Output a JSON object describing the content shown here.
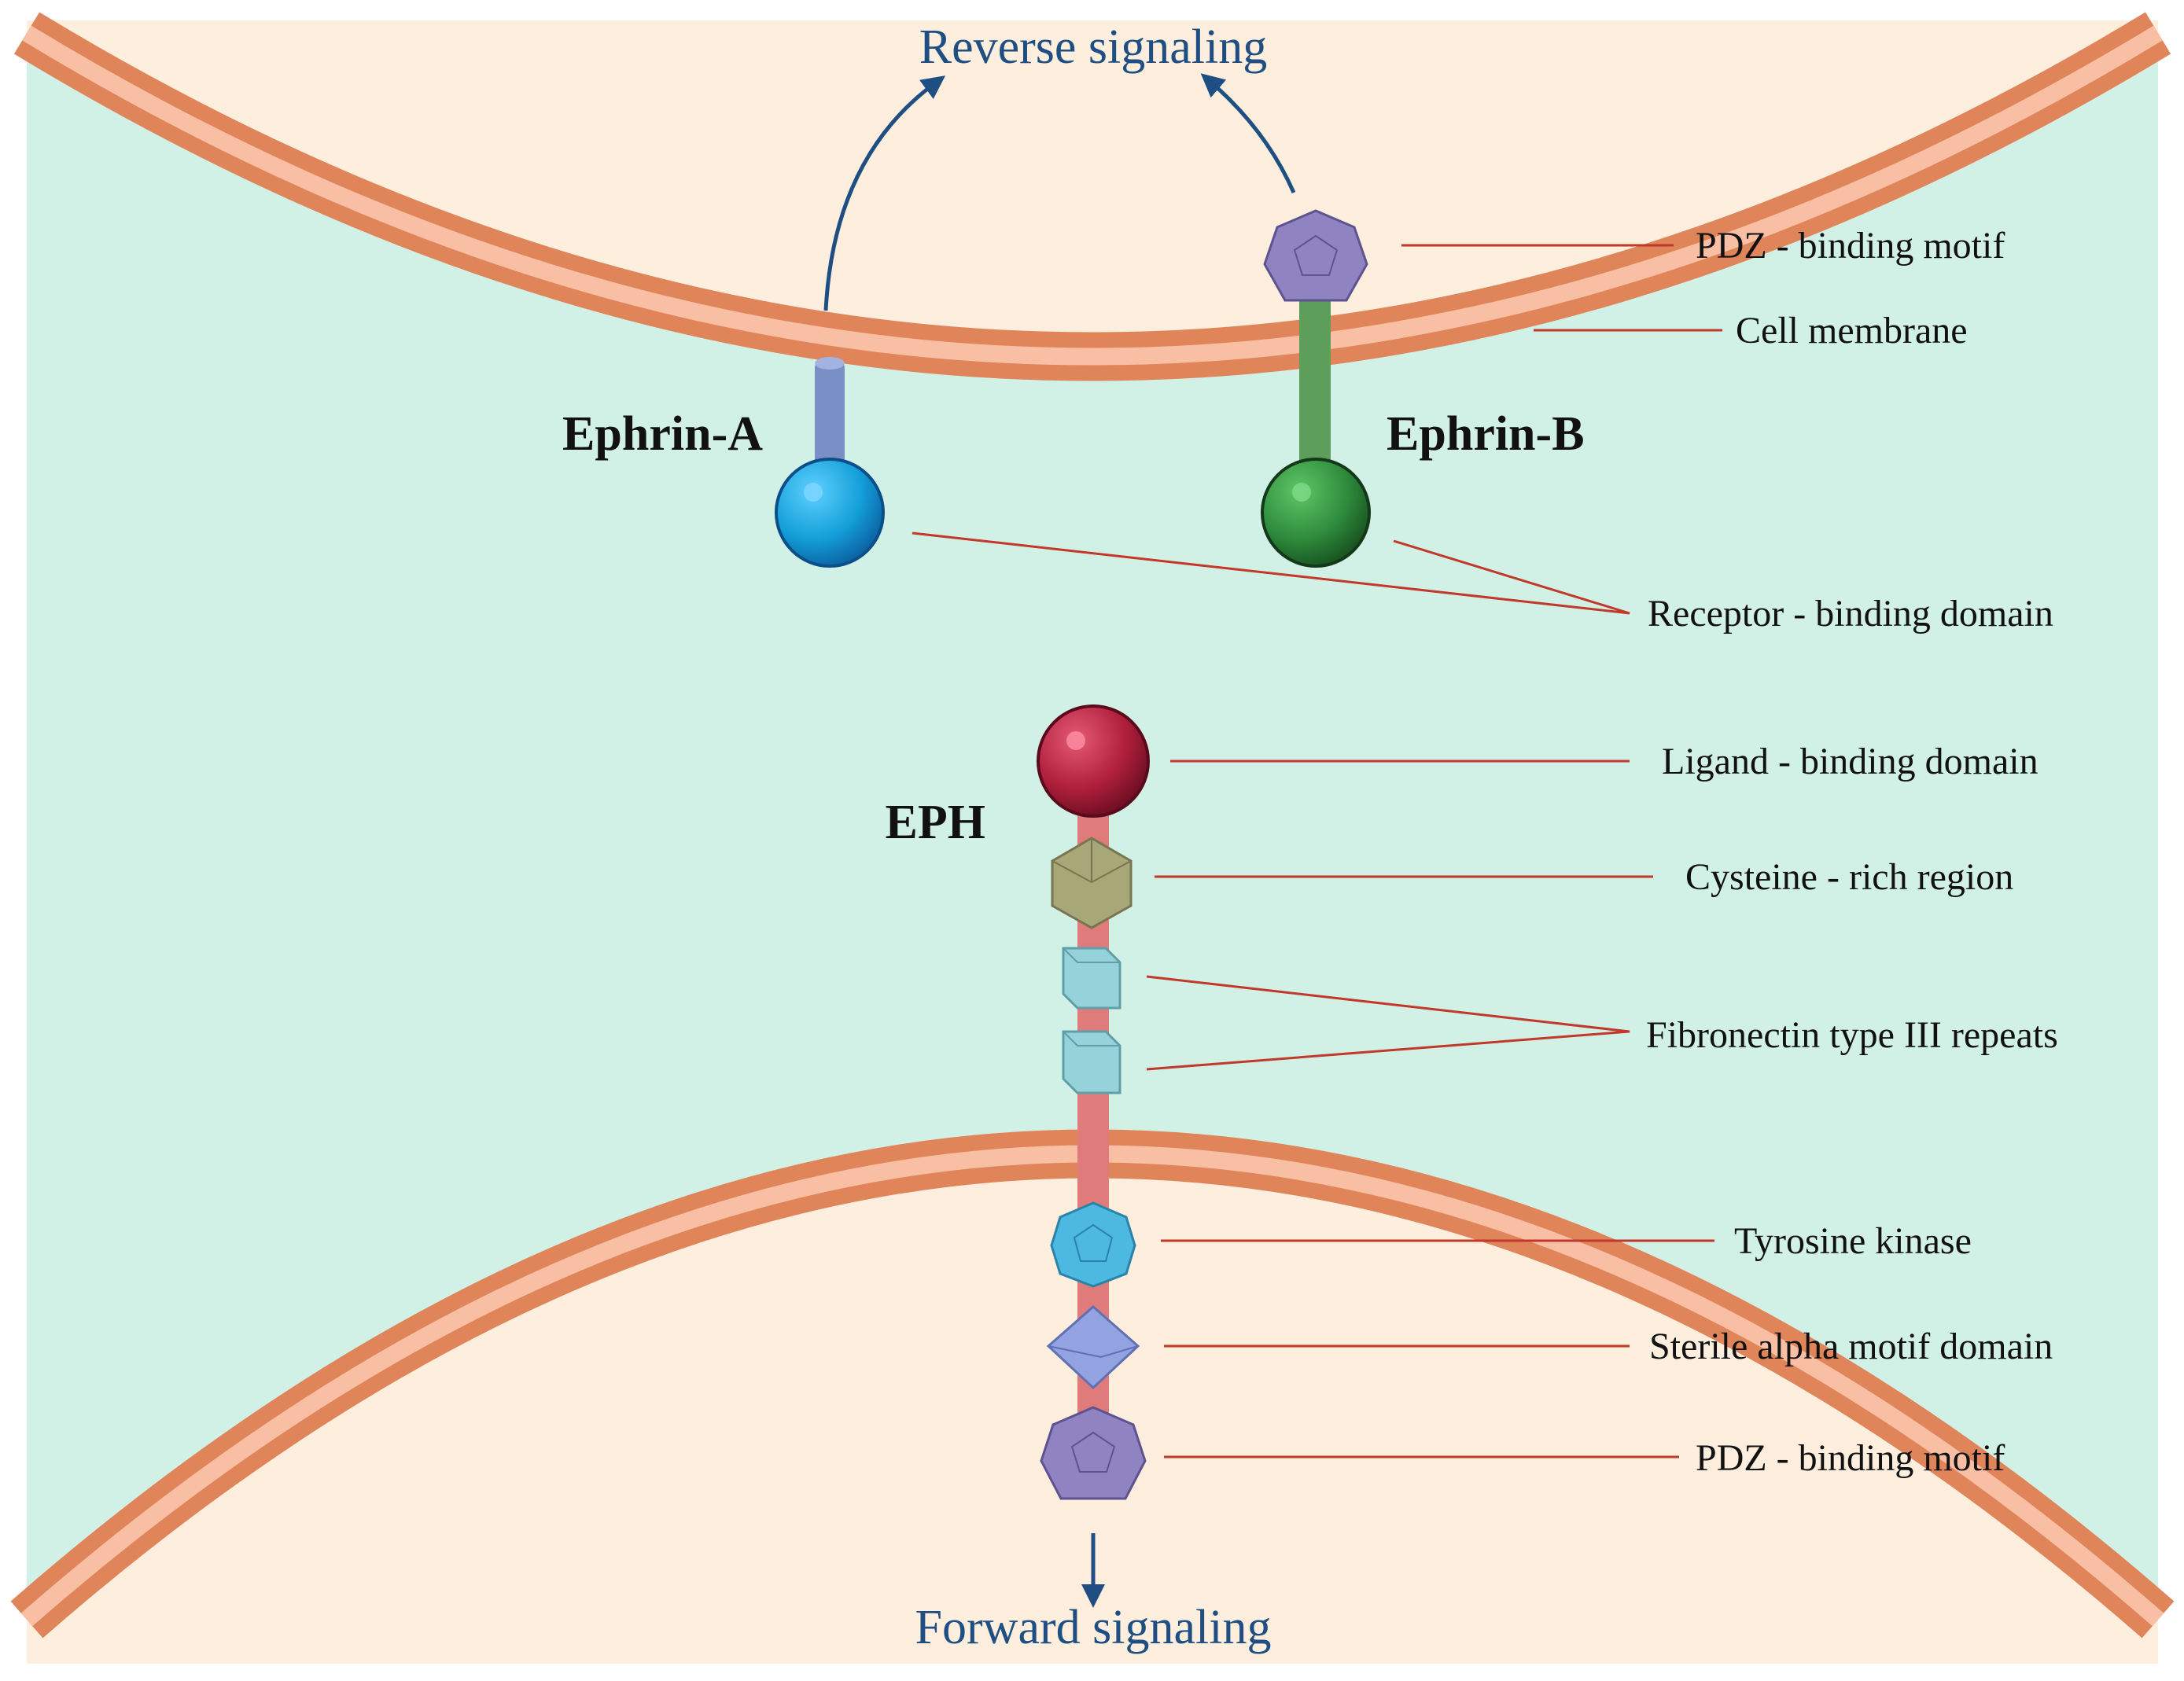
{
  "signals": {
    "reverse": "Reverse signaling",
    "forward": "Forward signaling"
  },
  "proteins": {
    "ephrin_a": "Ephrin-A",
    "ephrin_b": "Ephrin-B",
    "eph": "EPH"
  },
  "labels": {
    "pdz_top": "PDZ - binding motif",
    "cell_membrane": "Cell membrane",
    "receptor_binding": "Receptor - binding domain",
    "ligand_binding": "Ligand - binding domain",
    "cysteine_rich": "Cysteine - rich region",
    "fibronectin": "Fibronectin type III repeats",
    "tyrosine_kinase": "Tyrosine kinase",
    "sterile_alpha": "Sterile alpha motif domain",
    "pdz_bottom": "PDZ - binding motif"
  },
  "colors": {
    "cytoplasm": "#fdeedd",
    "extracellular": "#d2f1e6",
    "membrane_outer": "#e0845a",
    "membrane_inner": "#f9bfa4",
    "ephrin_a_ball": "#139fd8",
    "ephrin_a_stalk": "#7b8fc7",
    "ephrin_b_ball": "#2e8b3c",
    "ephrin_b_stalk": "#5c9e5a",
    "eph_ligand": "#b01f3c",
    "eph_stalk": "#e07b7b",
    "cysteine": "#a8a778",
    "fibronectin": "#95d2da",
    "kinase": "#4db8e0",
    "sam": "#93a2e0",
    "pdz": "#9083c2",
    "arrow": "#1f4f82",
    "leader": "#c0392b"
  }
}
